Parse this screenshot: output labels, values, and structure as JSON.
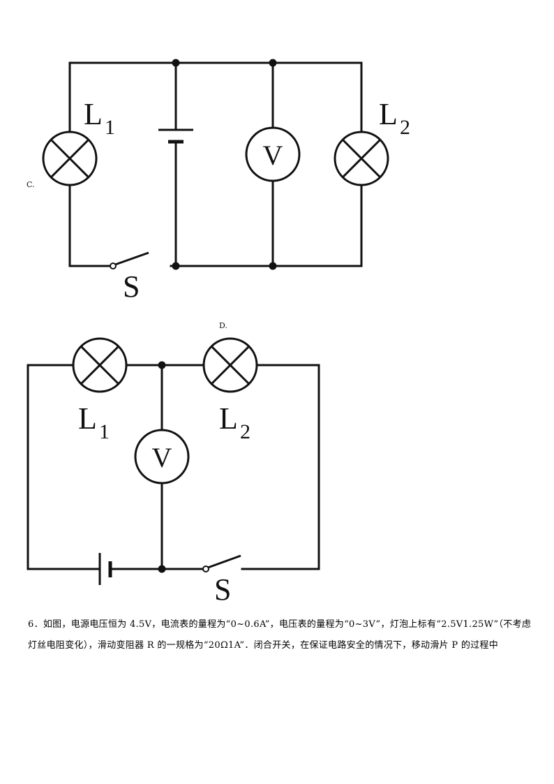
{
  "circuit_c": {
    "option_label": "C.",
    "lamp1_letter": "L",
    "lamp1_sub": "1",
    "lamp2_letter": "L",
    "lamp2_sub": "2",
    "voltmeter_label": "V",
    "switch_label": "S"
  },
  "circuit_d": {
    "option_label": "D.",
    "lamp1_letter": "L",
    "lamp1_sub": "1",
    "lamp2_letter": "L",
    "lamp2_sub": "2",
    "voltmeter_label": "V",
    "switch_label": "S"
  },
  "question": {
    "text": "6．如图，电源电压恒为 4.5V，电流表的量程为“0~0.6A”，电压表的量程为“0~3V”，灯泡上标有“2.5V1.25W”（不考虑灯丝电阻变化），滑动变阻器 R 的一规格为“20Ω1A”．闭合开关，在保证电路安全的情况下，移动滑片 P 的过程中"
  }
}
